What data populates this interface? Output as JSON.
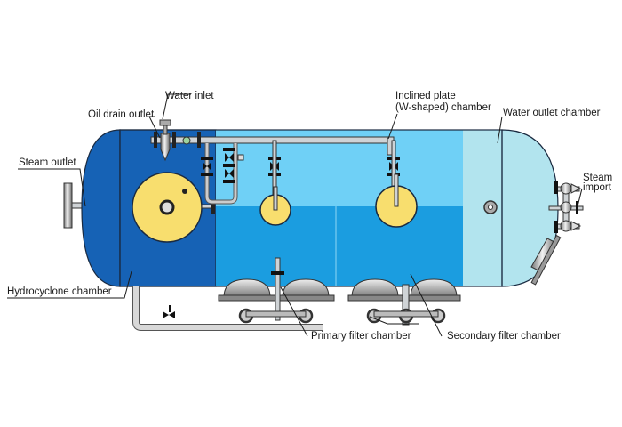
{
  "labels": {
    "water_inlet": "Water inlet",
    "oil_drain_outlet": "Oil drain outlet",
    "steam_outlet": "Steam outlet",
    "hydrocyclone_chamber": "Hydrocyclone chamber",
    "inclined_plate_line1": "Inclined plate",
    "inclined_plate_line2": "(W-shaped) chamber",
    "water_outlet_chamber": "Water outlet chamber",
    "steam_import_line1": "Steam",
    "steam_import_line2": "import",
    "primary_filter_chamber": "Primary filter chamber",
    "secondary_filter_chamber": "Secondary filter chamber"
  },
  "colors": {
    "hydrocyclone": "#1662b5",
    "inclined_upper": "#6fd0f6",
    "inclined_lower": "#1b9de0",
    "water_outlet": "#b2e4ee",
    "yellow": "#f8de6e"
  }
}
